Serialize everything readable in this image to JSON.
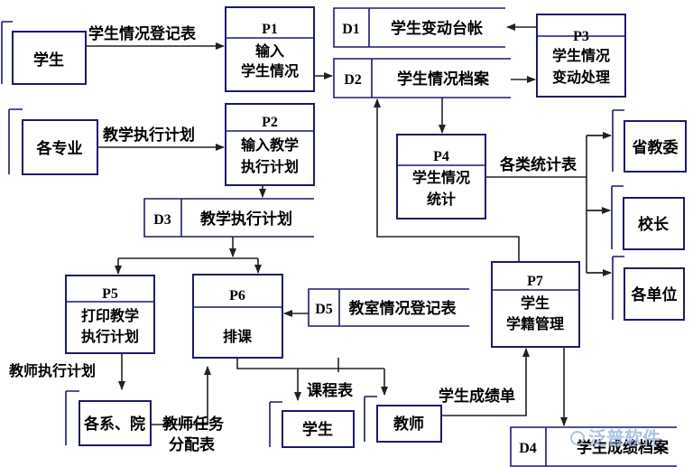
{
  "entities": {
    "student_top": "学生",
    "majors": "各专业",
    "province_edu": "省教委",
    "principal": "校长",
    "units": "各单位",
    "departments": "各系、院",
    "student_bottom": "学生",
    "teacher": "教师"
  },
  "processes": {
    "p1": {
      "id": "P1",
      "line1": "输入",
      "line2": "学生情况"
    },
    "p2": {
      "id": "P2",
      "line1": "输入教学",
      "line2": "执行计划"
    },
    "p3": {
      "id": "P3",
      "line1": "学生情况",
      "line2": "变动处理"
    },
    "p4": {
      "id": "P4",
      "line1": "学生情况",
      "line2": "统计"
    },
    "p5": {
      "id": "P5",
      "line1": "打印教学",
      "line2": "执行计划"
    },
    "p6": {
      "id": "P6",
      "line1": "排课"
    },
    "p7": {
      "id": "P7",
      "line1": "学生",
      "line2": "学籍管理"
    }
  },
  "stores": {
    "d1": {
      "id": "D1",
      "name": "学生变动台帐"
    },
    "d2": {
      "id": "D2",
      "name": "学生情况档案"
    },
    "d3": {
      "id": "D3",
      "name": "教学执行计划"
    },
    "d4": {
      "id": "D4",
      "name": "学生成绩档案"
    },
    "d5": {
      "id": "D5",
      "name": "教室情况登记表"
    }
  },
  "flows": {
    "student_form": "学生情况登记表",
    "teaching_plan": "教学执行计划",
    "stats_tables": "各类统计表",
    "teacher_plan": "教师执行计划",
    "teacher_task_1": "教师任务",
    "teacher_task_2": "分配表",
    "schedule": "课程表",
    "grades": "学生成绩单"
  },
  "watermark": "泛普软件"
}
